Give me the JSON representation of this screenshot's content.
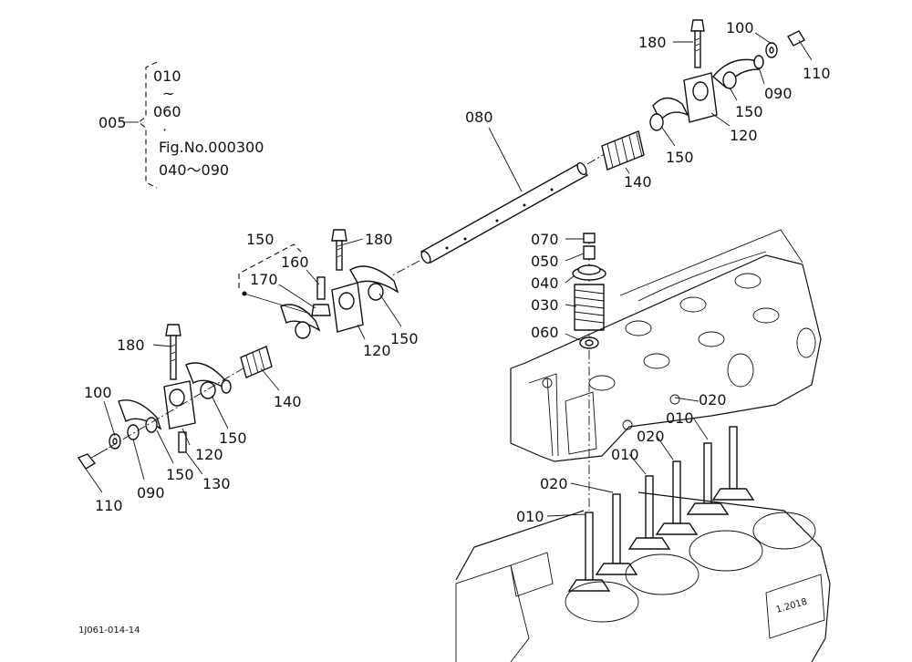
{
  "legend": {
    "group_code": "005",
    "range_start": "010",
    "range_tilde": "~",
    "range_end": "060",
    "bullet": "·",
    "fig_ref": "Fig.No.000300",
    "fig_range": "040～090"
  },
  "callouts": {
    "c180_top": "180",
    "c100_top": "100",
    "c110_top": "110",
    "c090_top": "090",
    "c150_top": "150",
    "c120_top": "120",
    "c150_top2": "150",
    "c140_top": "140",
    "c080": "080",
    "c150_mid_bracket": "150",
    "c160": "160",
    "c170": "170",
    "c180_mid": "180",
    "c150_mid": "150",
    "c120_mid": "120",
    "c180_left": "180",
    "c140_left": "140",
    "c100_left": "100",
    "c150_left": "150",
    "c120_left": "120",
    "c090_left": "090",
    "c150_left2": "150",
    "c130": "130",
    "c110_left": "110",
    "c070": "070",
    "c050": "050",
    "c040": "040",
    "c030": "030",
    "c060": "060",
    "c020_a": "020",
    "c010_a": "010",
    "c020_b": "020",
    "c010_b": "010",
    "c020_c": "020",
    "c010_c": "010"
  },
  "head_stamp": "1.2018",
  "drawing_number": "1J061-014-14"
}
